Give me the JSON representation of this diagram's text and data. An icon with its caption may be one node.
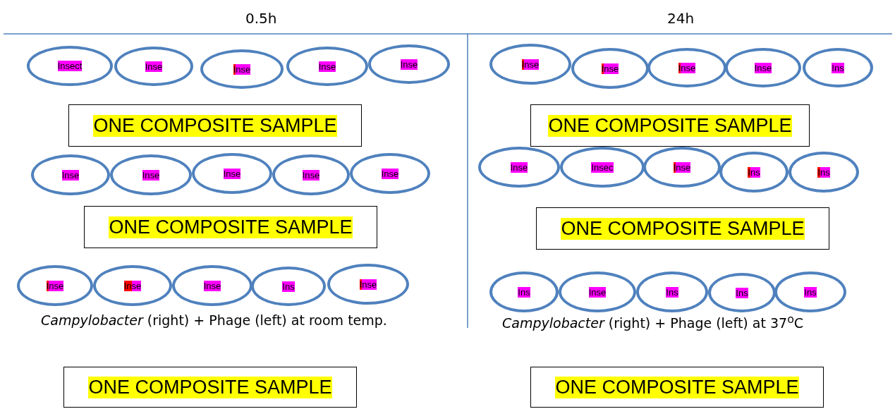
{
  "diagram": {
    "nodes": [
      {
        "text": [
          "Insect"
        ]
      },
      {
        "text": [
          "Inse"
        ]
      },
      {
        "text": [
          "Inse"
        ]
      },
      {
        "text": [
          "Inse"
        ]
      },
      {
        "text": [
          "Inse"
        ]
      },
      {
        "text": [
          "Inse"
        ]
      },
      {
        "text": [
          "Inse"
        ]
      },
      {
        "text": [
          "Inse"
        ]
      },
      {
        "text": [
          "Inse"
        ]
      },
      {
        "text": [
          "Ins"
        ]
      },
      {
        "text": [
          "ONE COMPOSITE SAMPLE"
        ]
      },
      {
        "text": [
          "ONE COMPOSITE SAMPLE"
        ]
      },
      {
        "text": [
          "Inse"
        ]
      },
      {
        "text": [
          "Inse"
        ]
      },
      {
        "text": [
          "Inse"
        ]
      },
      {
        "text": [
          "Inse"
        ]
      },
      {
        "text": [
          "Inse"
        ]
      },
      {
        "text": [
          "Inse"
        ]
      },
      {
        "text": [
          "Insec"
        ]
      },
      {
        "text": [
          "Inse"
        ]
      },
      {
        "text": [
          "Ins"
        ]
      },
      {
        "text": [
          "Ins"
        ]
      },
      {
        "text": [
          "ONE COMPOSITE SAMPLE"
        ]
      },
      {
        "text": [
          "ONE COMPOSITE SAMPLE"
        ]
      },
      {
        "text": [
          "Inse"
        ]
      },
      {
        "text": [
          "Inse"
        ]
      },
      {
        "text": [
          "Inse"
        ]
      },
      {
        "text": [
          "Ins"
        ]
      },
      {
        "text": [
          "Inse"
        ]
      },
      {
        "text": [
          "Ins"
        ]
      },
      {
        "text": [
          "Inse"
        ]
      },
      {
        "text": [
          "Ins"
        ]
      },
      {
        "text": [
          "Ins"
        ]
      },
      {
        "text": [
          "Ins"
        ]
      },
      {
        "text": [
          "ONE COMPOSITE SAMPLE"
        ]
      },
      {
        "text": [
          "ONE COMPOSITE SAMPLE"
        ]
      }
    ],
    "edges": [],
    "labels": [
      "0.5h",
      "24h",
      "*Campylobacter* (right) + Phage (left) at room temp.",
      "*Campylobacter* (right) + Phage (left) at 37$^{o}$C"
    ]
  }
}
